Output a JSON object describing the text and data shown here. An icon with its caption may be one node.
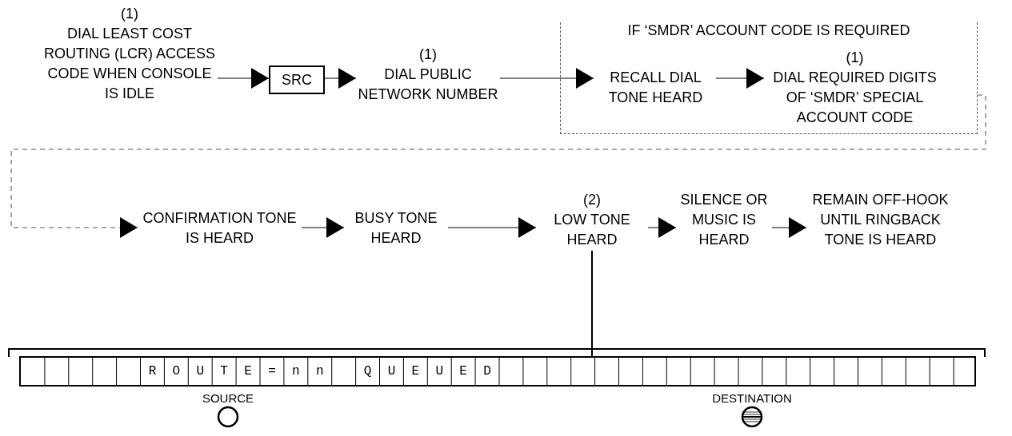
{
  "diagram": {
    "nodes": [
      {
        "text": [
          "(1)",
          "DIAL LEAST COST ROUTING (LCR) ACCESS CODE WHEN CONSOLE IS IDLE"
        ]
      },
      {
        "text": [
          "SRC"
        ]
      },
      {
        "text": [
          "(1)",
          "DIAL PUBLIC NETWORK NUMBER"
        ]
      },
      {
        "text": [
          "IF ‘SMDR’ ACCOUNT CODE IS REQUIRED"
        ]
      },
      {
        "text": [
          "RECALL DIAL TONE HEARD"
        ],
        "in": 3
      },
      {
        "text": [
          "(1)",
          "DIAL REQUIRED DIGITS OF ‘SMDR’ SPECIAL ACCOUNT CODE"
        ],
        "in": 3
      },
      {
        "text": [
          "CONFIRMATION TONE IS HEARD"
        ]
      },
      {
        "text": [
          "BUSY TONE HEARD"
        ]
      },
      {
        "text": [
          "(2)",
          "LOW TONE HEARD"
        ]
      },
      {
        "text": [
          "SILENCE OR MUSIC IS HEARD"
        ]
      },
      {
        "text": [
          "REMAIN OFF-HOOK UNTIL RINGBACK TONE IS HEARD"
        ]
      },
      {
        "text": [
          "ROUTE=nn QUEUED"
        ],
        "beside": [
          "SOURCE",
          "DESTINATION"
        ]
      }
    ],
    "edges": [
      {
        "from": 0,
        "to": 1,
        "arrow": "to"
      },
      {
        "from": 1,
        "to": 2,
        "arrow": "to"
      },
      {
        "from": 2,
        "to": 4,
        "arrow": "to"
      },
      {
        "from": 4,
        "to": 5,
        "arrow": "to"
      },
      {
        "from": 3,
        "to": 6,
        "arrow": "to",
        "style": "dashed"
      },
      {
        "from": 6,
        "to": 7,
        "arrow": "to"
      },
      {
        "from": 7,
        "to": 8,
        "arrow": "to"
      },
      {
        "from": 8,
        "to": 9,
        "arrow": "to"
      },
      {
        "from": 9,
        "to": 10,
        "arrow": "to"
      },
      {
        "from": 8,
        "to": 11,
        "arrow": "none"
      }
    ]
  }
}
